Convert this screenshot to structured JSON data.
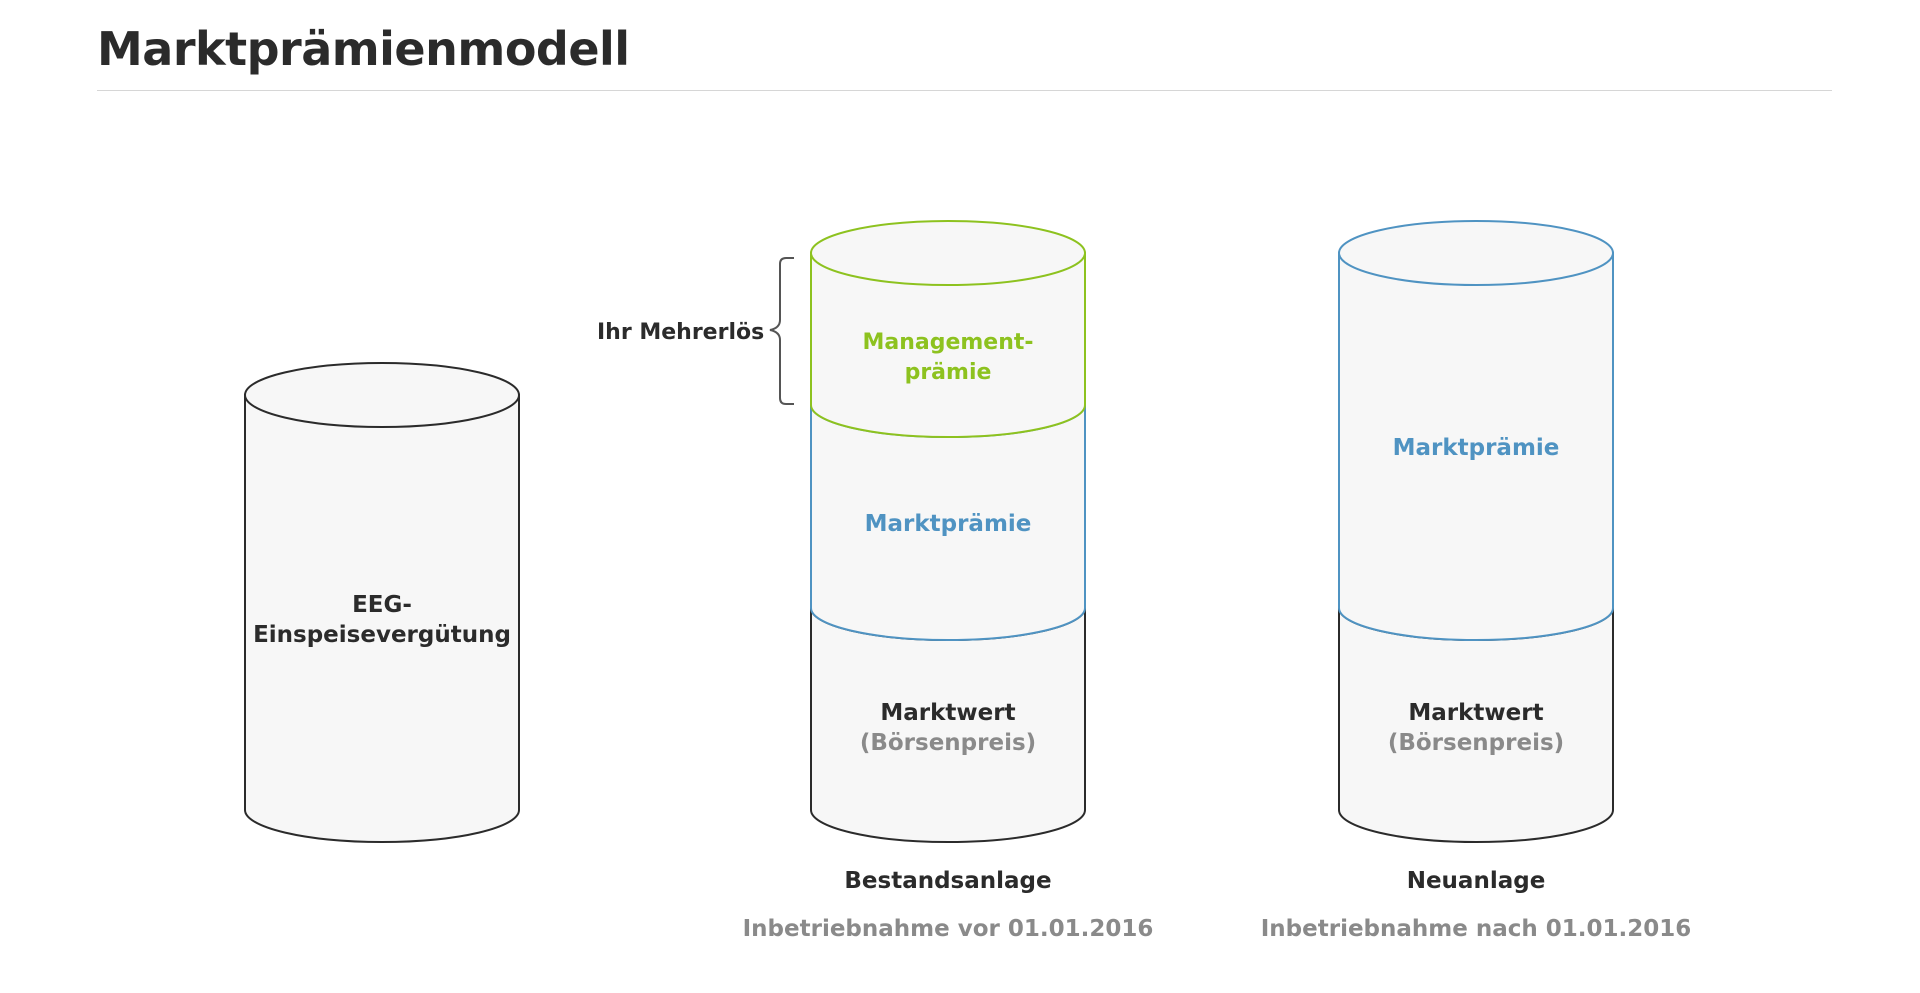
{
  "title": "Marktprämienmodell",
  "colors": {
    "dark": "#2b2b2b",
    "blue": "#4f93c2",
    "green": "#8dc21f",
    "grey": "#8a8a8a",
    "fill": "#f7f7f7"
  },
  "cylinders": {
    "eeg": {
      "label_line1": "EEG-",
      "label_line2": "Einspeisevergütung"
    },
    "bestand": {
      "management_line1": "Management-",
      "management_line2": "prämie",
      "marktpraemie": "Marktprämie",
      "marktwert": "Marktwert",
      "boersenpreis": "(Börsenpreis)",
      "caption": "Bestandsanlage",
      "subcaption": "Inbetriebnahme vor 01.01.2016"
    },
    "neu": {
      "marktpraemie": "Marktprämie",
      "marktwert": "Marktwert",
      "boersenpreis": "(Börsenpreis)",
      "caption": "Neuanlage",
      "subcaption": "Inbetriebnahme nach 01.01.2016"
    }
  },
  "annotation": {
    "mehrerloes": "Ihr Mehrerlös"
  }
}
